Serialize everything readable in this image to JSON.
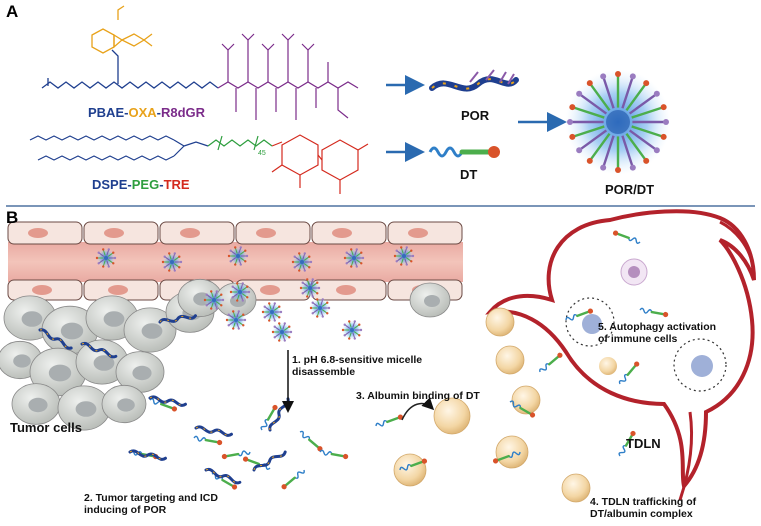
{
  "panel_a": {
    "label": "A",
    "compound1": {
      "part1": "PBAE",
      "sep1": "-",
      "part2": "OXA",
      "sep2": "-",
      "part3": "R8dGR"
    },
    "compound2": {
      "part1": "DSPE",
      "sep1": "-",
      "part2": "PEG",
      "sep2": "-",
      "part3": "TRE"
    },
    "product1": "POR",
    "product2": "DT",
    "product3": "POR/DT",
    "peg_subscript": "45",
    "colors": {
      "pbae": "#1f3f8f",
      "oxa": "#e8a21a",
      "r8dgr": "#7b2c8a",
      "dspe": "#1f3f8f",
      "peg": "#2e9e3e",
      "tre": "#d42a1e",
      "arrow": "#2a6ab0"
    }
  },
  "panel_b": {
    "label": "B",
    "tumor_cells": "Tumor cells",
    "tdln": "TDLN",
    "steps": {
      "s1": {
        "line1": "1. pH 6.8-sensitive micelle",
        "line2": "disassemble"
      },
      "s2": {
        "line1": "2. Tumor targeting and ICD",
        "line2": "inducing of POR"
      },
      "s3": {
        "line1": "3. Albumin binding of DT"
      },
      "s4": {
        "line1": "4. TDLN trafficking of",
        "line2": "DT/albumin complex"
      },
      "s5": {
        "line1": "5. Autophagy activation",
        "line2": "of immune cells"
      }
    },
    "colors": {
      "vessel": "#e9a6a0",
      "vessel_wall": "#f4ddd6",
      "lymph": "#b3222b",
      "albumin": "#f2d7a8",
      "micelle": "#4a8fd6"
    }
  }
}
